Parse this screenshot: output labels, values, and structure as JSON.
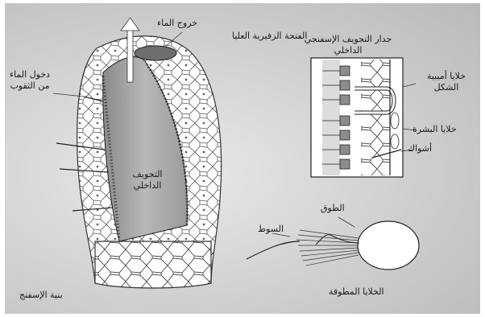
{
  "labels": {
    "water_out": "خروج الماء",
    "upper_opening": "الفتحة الزفيرية العليا",
    "water_in": "دخول الماء من الثقوب",
    "spongocoel": "التجويف الداخلي",
    "sponge_structure": "بنية الإسفنج",
    "inner_wall": "جدار التجويف الإسفنجي الداخلي",
    "amoebocytes": "خلايا أميبية الشكل",
    "epidermal_cells": "خلايا البشرة",
    "spicules": "أشواك",
    "collar": "الطوق",
    "flagellum": "السوط",
    "collar_cells": "الخلايا المطوقة"
  }
}
